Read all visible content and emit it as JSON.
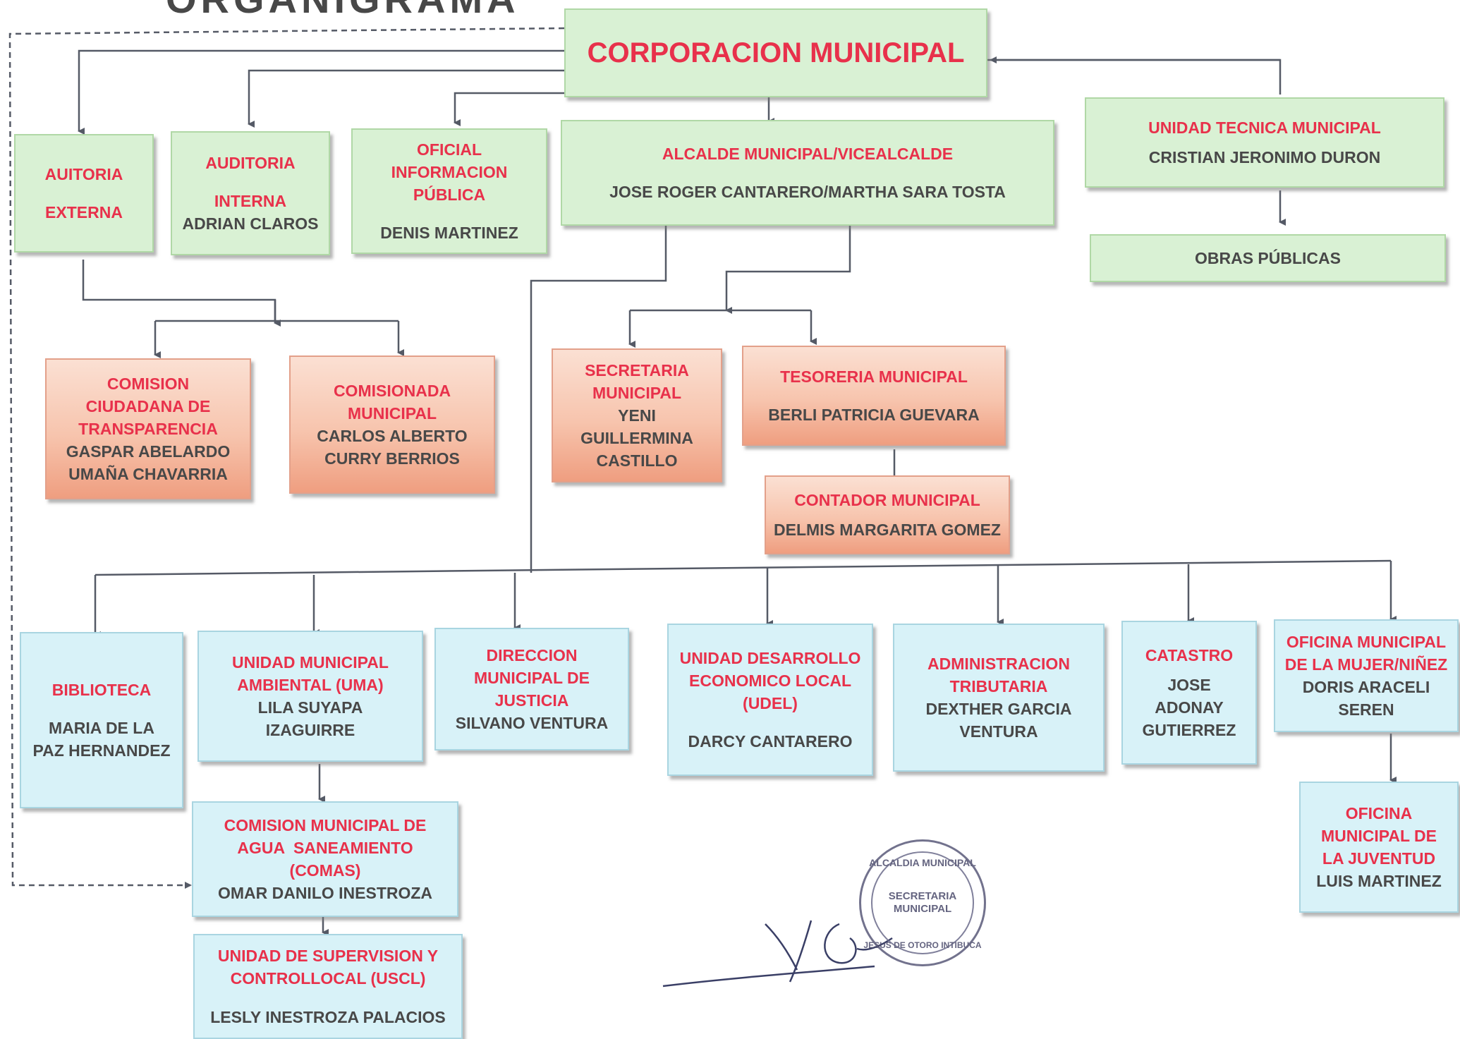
{
  "header": {
    "title_fragment": "ORGANIGRAMA"
  },
  "boxes": {
    "corporacion": {
      "title": "CORPORACION MUNICIPAL"
    },
    "auditoria_externa": {
      "title1": "AUITORIA",
      "title2": "EXTERNA"
    },
    "auditoria_interna": {
      "title1": "AUDITORIA",
      "title2": "INTERNA",
      "name": "ADRIAN CLAROS"
    },
    "oficial_info": {
      "title": [
        "OFICIAL",
        "INFORMACION",
        "PÚBLICA"
      ],
      "name": "DENIS MARTINEZ"
    },
    "alcalde": {
      "title": "ALCALDE MUNICIPAL/VICEALCALDE",
      "name": "JOSE ROGER CANTARERO/MARTHA SARA TOSTA"
    },
    "unidad_tecnica": {
      "title": "UNIDAD TECNICA MUNICIPAL",
      "name": "CRISTIAN JERONIMO DURON"
    },
    "obras_publicas": {
      "title": "OBRAS PÚBLICAS"
    },
    "comision_transparencia": {
      "title": [
        "COMISION",
        "CIUDADANA DE",
        "TRANSPARENCIA"
      ],
      "name": [
        "GASPAR ABELARDO",
        "UMAÑA CHAVARRIA"
      ]
    },
    "comisionada": {
      "title": [
        "COMISIONADA",
        "MUNICIPAL"
      ],
      "name": [
        "CARLOS ALBERTO",
        "CURRY BERRIOS"
      ]
    },
    "secretaria": {
      "title": [
        "SECRETARIA",
        "MUNICIPAL"
      ],
      "name": [
        "YENI",
        "GUILLERMINA",
        "CASTILLO"
      ]
    },
    "tesoreria": {
      "title": "TESORERIA MUNICIPAL",
      "name": "BERLI PATRICIA GUEVARA"
    },
    "contador": {
      "title": "CONTADOR MUNICIPAL",
      "name": "DELMIS MARGARITA GOMEZ"
    },
    "biblioteca": {
      "title": "BIBLIOTECA",
      "name": [
        "MARIA DE LA",
        "PAZ HERNANDEZ"
      ]
    },
    "uma": {
      "title": [
        "UNIDAD MUNICIPAL",
        "AMBIENTAL (UMA)"
      ],
      "name": [
        "LILA SUYAPA",
        "IZAGUIRRE"
      ]
    },
    "justicia": {
      "title": [
        "DIRECCION",
        "MUNICIPAL DE",
        "JUSTICIA"
      ],
      "name": "SILVANO VENTURA"
    },
    "udel": {
      "title": [
        "UNIDAD DESARROLLO",
        "ECONOMICO LOCAL",
        "(UDEL)"
      ],
      "name": "DARCY CANTARERO"
    },
    "tributaria": {
      "title": [
        "ADMINISTRACION",
        "TRIBUTARIA"
      ],
      "name": [
        "DEXTHER GARCIA",
        "VENTURA"
      ]
    },
    "catastro": {
      "title": "CATASTRO",
      "name": [
        "JOSE",
        "ADONAY",
        "GUTIERREZ"
      ]
    },
    "mujer": {
      "title": [
        "OFICINA MUNICIPAL",
        "DE LA MUJER/NIÑEZ"
      ],
      "name": [
        "DORIS ARACELI",
        "SEREN"
      ]
    },
    "comas": {
      "title": [
        "COMISION MUNICIPAL DE",
        "AGUA  SANEAMIENTO",
        "(COMAS)"
      ],
      "name": "OMAR DANILO INESTROZA"
    },
    "uscl": {
      "title": [
        "UNIDAD DE SUPERVISION Y",
        "CONTROLLOCAL (USCL)"
      ],
      "name": "LESLY INESTROZA PALACIOS"
    },
    "juventud": {
      "title": [
        "OFICINA",
        "MUNICIPAL DE",
        "LA JUVENTUD"
      ],
      "name": "LUIS MARTINEZ"
    }
  },
  "seal": {
    "ring_top": "ALCALDIA MUNICIPAL",
    "center": [
      "SECRETARIA",
      "MUNICIPAL"
    ],
    "ring_bottom": "JESUS DE OTORO INTIBUCA"
  },
  "colors": {
    "title_red": "#e8314b",
    "name_gray": "#484848",
    "green_fill": "#d9f1d4",
    "orange_fill": "#f7c4ad",
    "blue_fill": "#d8f2f8",
    "connector": "#555a66"
  }
}
